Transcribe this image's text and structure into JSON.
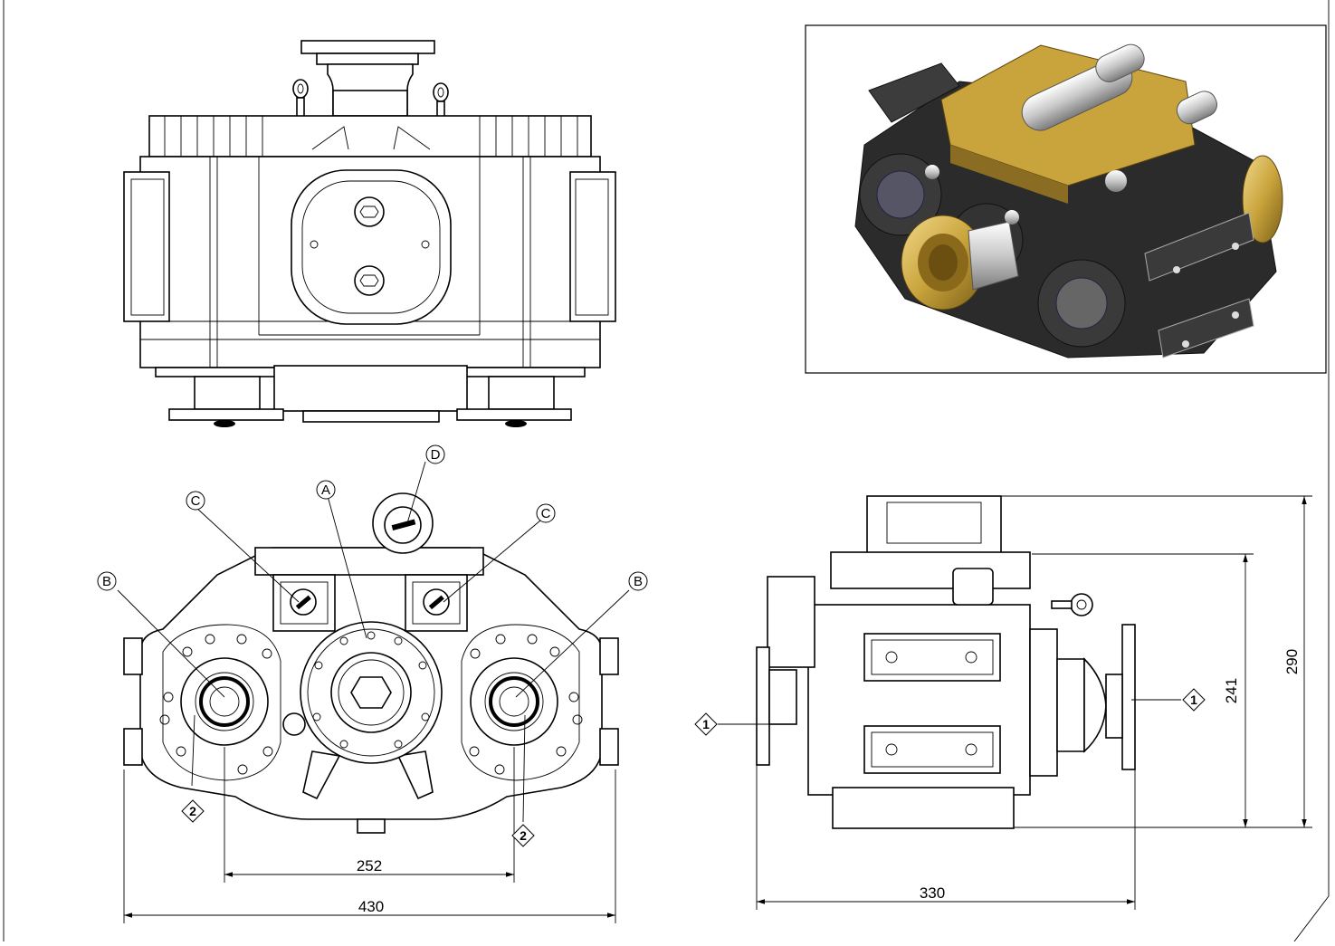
{
  "drawing": {
    "dimensions": {
      "shaft_spacing": "252",
      "front_width": "430",
      "side_length": "330",
      "height_a": "241",
      "height_b": "290"
    },
    "balloons": {
      "a": "A",
      "b_left": "B",
      "b_right": "B",
      "c_left": "C",
      "c_right": "C",
      "d": "D"
    },
    "tags": {
      "tag1_left": "1",
      "tag1_right": "1",
      "tag2_left": "2",
      "tag2_right": "2"
    },
    "colors": {
      "line": "#000000",
      "render_body": "#2b2b2b",
      "render_brass": "#c9a43c"
    }
  }
}
